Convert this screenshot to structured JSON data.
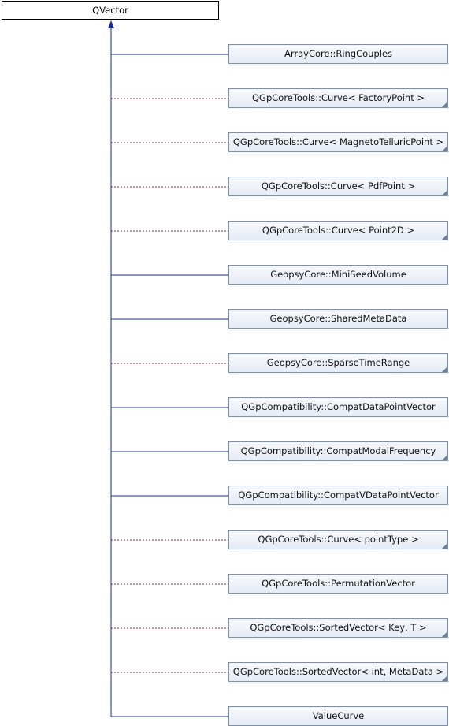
{
  "base_class": {
    "label": "QVector"
  },
  "colors": {
    "public_inheritance": "#1a2b96",
    "template_instance": "#8b2c2c",
    "node_border": "#7f8fa8",
    "node_fill_top": "#f6f8fc",
    "node_fill_bottom": "#e6ecf6"
  },
  "edge_styles": {
    "solid": "public inheritance",
    "dotted": "template instantiation"
  },
  "derived_classes": [
    {
      "label": "ArrayCore::RingCouples",
      "edge": "solid",
      "template": false
    },
    {
      "label": "QGpCoreTools::Curve< FactoryPoint >",
      "edge": "dotted",
      "template": true
    },
    {
      "label": "QGpCoreTools::Curve< MagnetoTelluricPoint >",
      "edge": "dotted",
      "template": true
    },
    {
      "label": "QGpCoreTools::Curve< PdfPoint >",
      "edge": "dotted",
      "template": true
    },
    {
      "label": "QGpCoreTools::Curve< Point2D >",
      "edge": "dotted",
      "template": true
    },
    {
      "label": "GeopsyCore::MiniSeedVolume",
      "edge": "solid",
      "template": false
    },
    {
      "label": "GeopsyCore::SharedMetaData",
      "edge": "solid",
      "template": false
    },
    {
      "label": "GeopsyCore::SparseTimeRange",
      "edge": "dotted",
      "template": true
    },
    {
      "label": "QGpCompatibility::CompatDataPointVector",
      "edge": "solid",
      "template": false
    },
    {
      "label": "QGpCompatibility::CompatModalFrequency",
      "edge": "solid",
      "template": true
    },
    {
      "label": "QGpCompatibility::CompatVDataPointVector",
      "edge": "solid",
      "template": false
    },
    {
      "label": "QGpCoreTools::Curve< pointType >",
      "edge": "dotted",
      "template": true
    },
    {
      "label": "QGpCoreTools::PermutationVector",
      "edge": "dotted",
      "template": false
    },
    {
      "label": "QGpCoreTools::SortedVector< Key, T >",
      "edge": "dotted",
      "template": true
    },
    {
      "label": "QGpCoreTools::SortedVector< int, MetaData >",
      "edge": "dotted",
      "template": true
    },
    {
      "label": "ValueCurve",
      "edge": "solid",
      "template": false
    }
  ]
}
